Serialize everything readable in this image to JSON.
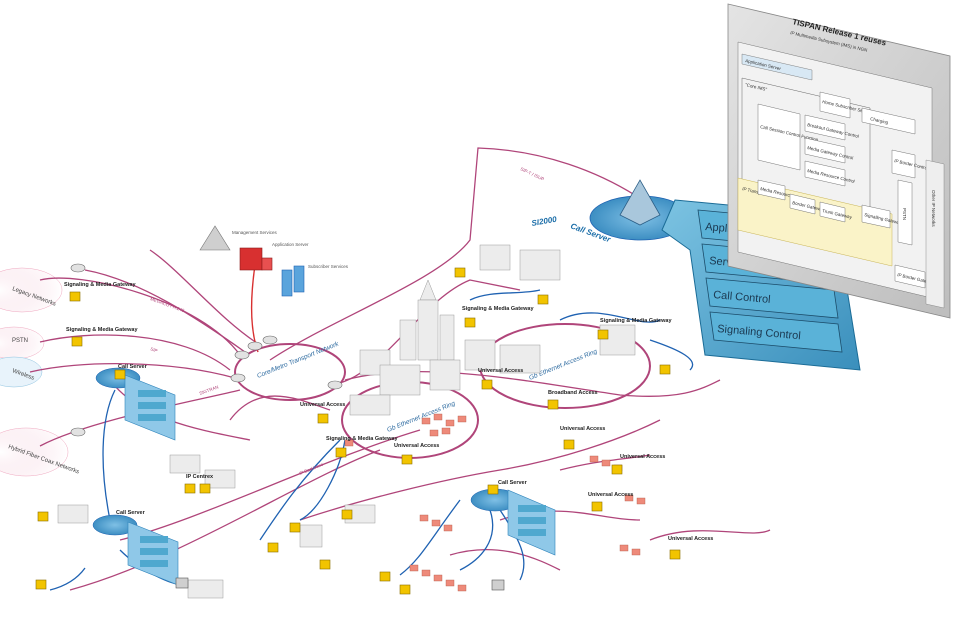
{
  "panel": {
    "title": "TISPAN Release 1 reuses",
    "subtitle": "IP Multimedia Subsystem (IMS) in NGN",
    "app_server": "Application Server",
    "core_ims": "\"Core IMS\"",
    "call_session": "Call Session Control Function",
    "iface_blocks": [
      "Breakout Gateway Control",
      "Media Gateway Control",
      "Media Resource Control"
    ],
    "home_sub": "Home Subscriber Server",
    "charging": "Charging",
    "ip_transport": "IP Transport",
    "media_res": "Media Resources",
    "border_gw": "Border Gateway",
    "trunk_gw": "Trunk Gateway",
    "signal_gw": "Signalling Gateway",
    "ip_border": "IP Border Control",
    "pstn_vertical": "PSTN",
    "other_ip": "Other IP Networks",
    "ip_border_gw": "IP Border Gateway"
  },
  "callout": {
    "items": [
      "Application Interface",
      "Services Control",
      "Call Control",
      "Signaling Control"
    ]
  },
  "si2000": {
    "brand": "SI2000",
    "product": "Call Server"
  },
  "networks": {
    "core": "Core/Metro Transport Network",
    "ring_a": "Gb Ethernet Access Ring",
    "ring_b": "Gb Ethernet Access Ring"
  },
  "legacy": [
    "Legacy Networks",
    "PSTN",
    "Wireless",
    "Hybrid Fiber Coax Networks"
  ],
  "nodes": {
    "signaling_media": "Signaling & Media Gateway",
    "call_server": "Call Server",
    "universal_access": "Universal Access",
    "ip_centrex": "IP Centrex",
    "broadband_access": "Broadband Access",
    "management": "Management Services",
    "application": "Application Server",
    "subscriber": "Subscriber Services"
  },
  "links": [
    "MEGACO / H.248",
    "SIP",
    "SIGTRAN",
    "SIP-T / ISUP",
    "IP Backbone"
  ],
  "colors": {
    "pink": "#b0457a",
    "blue": "#1f62b2",
    "red": "#d83030",
    "yellow": "#f2c400",
    "callout": "#4fa8cf"
  }
}
